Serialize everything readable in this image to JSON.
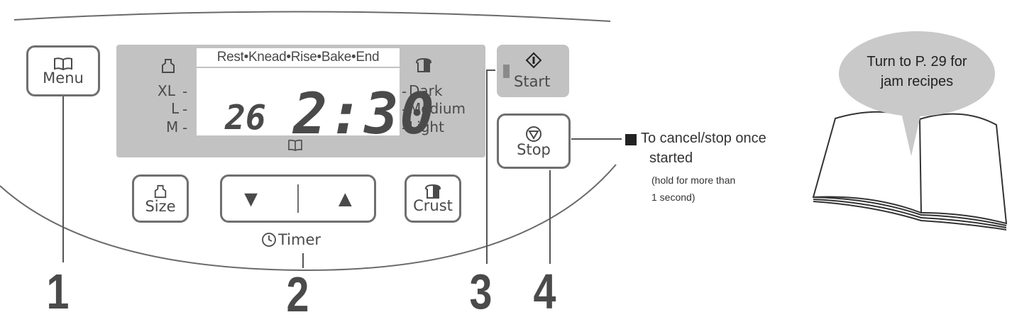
{
  "buttons": {
    "menu": "Menu",
    "size": "Size",
    "crust": "Crust",
    "start": "Start",
    "stop": "Stop",
    "down_arrow": "▼",
    "up_arrow": "▲"
  },
  "timer_label": "Timer",
  "display": {
    "phases": "Rest•Knead•Rise•Bake•End",
    "menu_number": "26",
    "time": "2:30",
    "sizes": [
      "XL",
      "L",
      "M"
    ],
    "crusts": [
      "Dark",
      "Medium",
      "Light"
    ]
  },
  "callouts": [
    "1",
    "2",
    "3",
    "4"
  ],
  "stop_note": {
    "main": "To cancel/stop once",
    "main2": "started",
    "sub1": "(hold for more than",
    "sub2": "1 second)"
  },
  "book_bubble": {
    "line1": "Turn to P. 29 for",
    "line2": "jam recipes"
  },
  "colors": {
    "panel_gray": "#c2c2c2",
    "outline": "#6f6f6f",
    "text": "#4a4a4a"
  }
}
